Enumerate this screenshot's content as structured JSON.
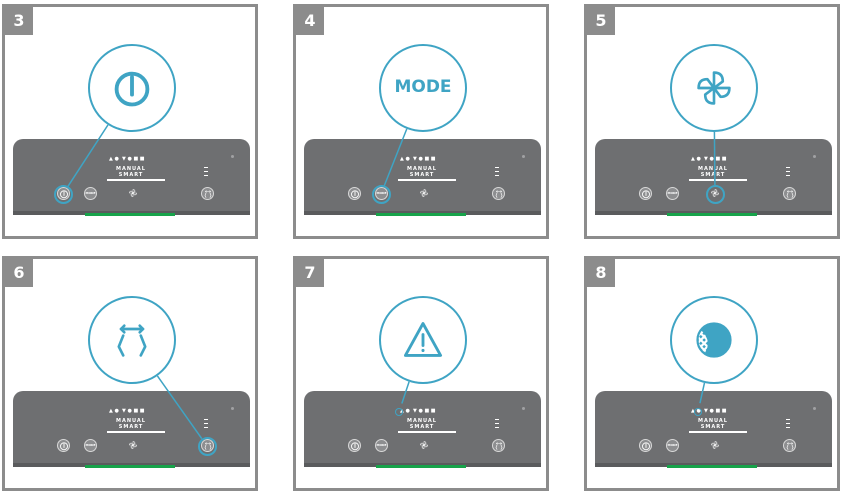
{
  "steps": [
    {
      "number": "3",
      "focus": "power",
      "bubble_icon": "power-icon",
      "bubble_text": ""
    },
    {
      "number": "4",
      "focus": "mode",
      "bubble_icon": "mode-label",
      "bubble_text": "MODE"
    },
    {
      "number": "5",
      "focus": "fan",
      "bubble_icon": "fan-icon",
      "bubble_text": ""
    },
    {
      "number": "6",
      "focus": "oscillation",
      "bubble_icon": "oscillation-icon",
      "bubble_text": ""
    },
    {
      "number": "7",
      "focus": "warning",
      "bubble_icon": "warning-icon",
      "bubble_text": ""
    },
    {
      "number": "8",
      "focus": "filter",
      "bubble_icon": "filter-icon",
      "bubble_text": ""
    }
  ],
  "panel": {
    "label_manual": "MANUAL",
    "label_smart": "SMART",
    "mode_button_text": "MODE"
  },
  "colors": {
    "frame": "#8c8c8c",
    "panel": "#6e6f71",
    "accent": "#3fa4c4",
    "green_bar": "#17a34a"
  }
}
